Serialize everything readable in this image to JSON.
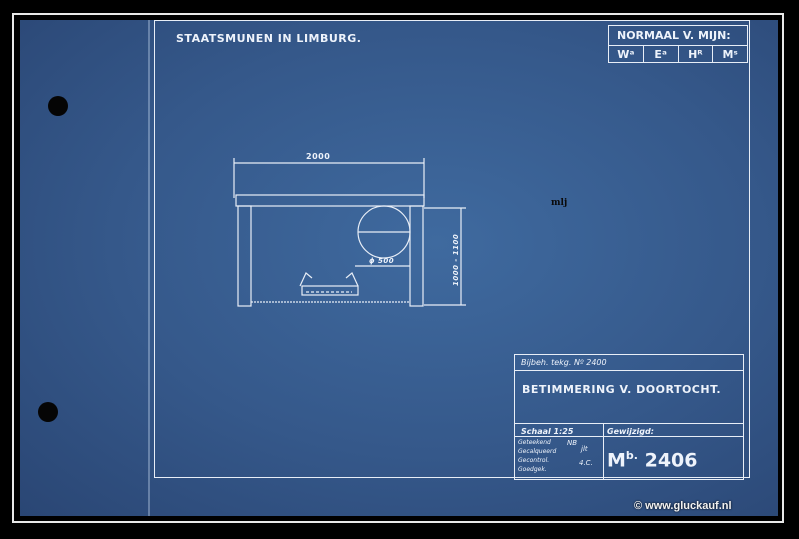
{
  "document": {
    "header_title": "STAATSMUNEN IN LIMBURG.",
    "norm_box": {
      "header": "NORMAAL V. MIJN:",
      "cells": [
        "Wᵃ",
        "Eᵃ",
        "Hᴿ",
        "Mˢ"
      ]
    },
    "dimensions": {
      "width": "2000",
      "pipe_diameter": "ɸ 500",
      "height": "1000 - 1100"
    },
    "stamp_text": "mlj",
    "title_block": {
      "reference": "Bijbeh. tekg. Nº 2400",
      "title": "BETIMMERING V. DOORTOCHT.",
      "scale": "Schaal 1:25",
      "changed": "Gewijzigd:",
      "roles": [
        "Geteekend",
        "Gecalqueerd",
        "Gecontrol.",
        "Goedgek."
      ],
      "signatures": [
        "NB",
        "jlt",
        "4.C."
      ],
      "number_prefix": "M",
      "number_sup": "b.",
      "number": "2406"
    },
    "copyright": "© www.gluckauf.nl"
  }
}
